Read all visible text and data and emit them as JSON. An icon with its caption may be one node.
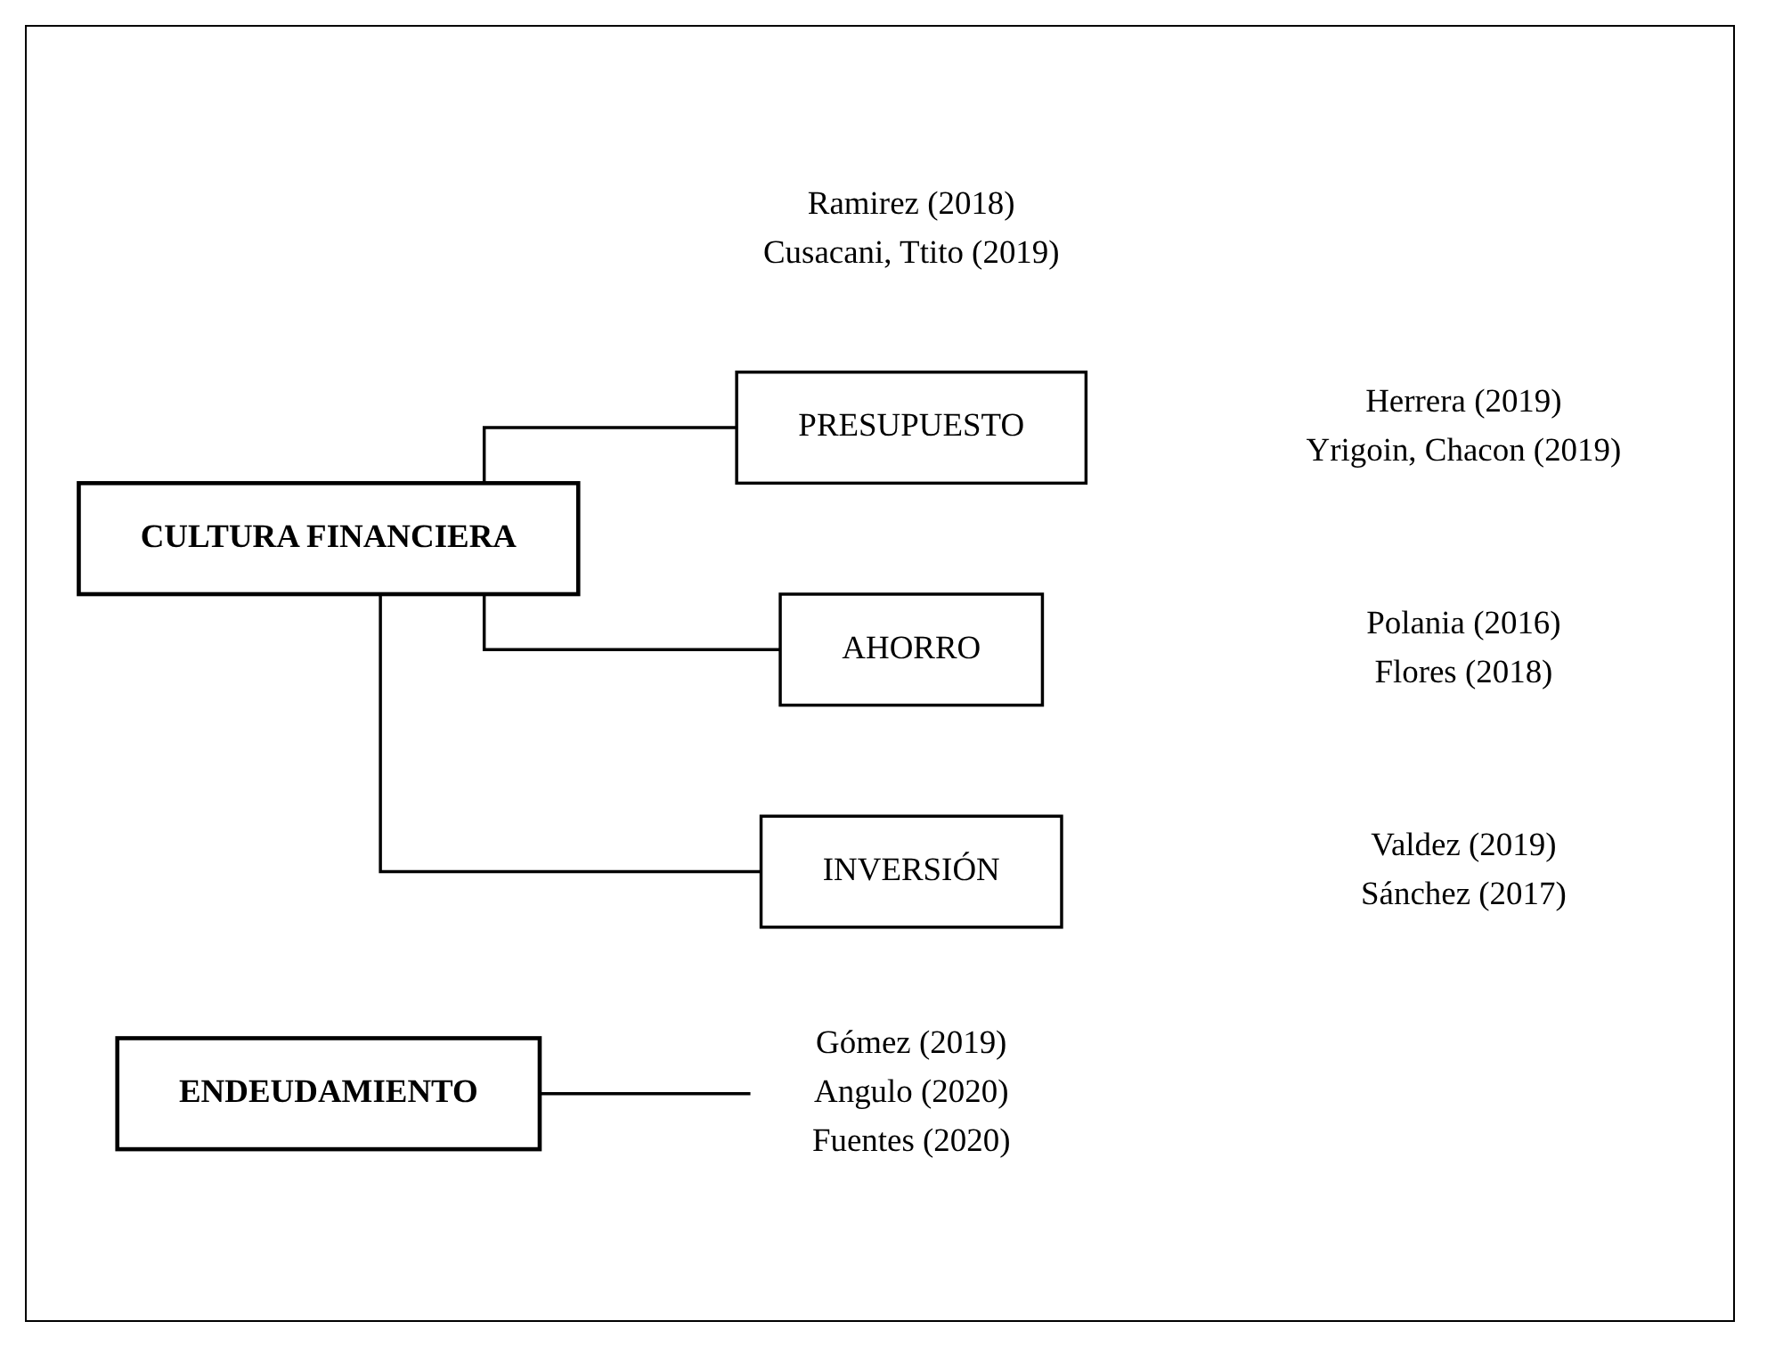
{
  "diagram": {
    "nodes": [
      {
        "text": [
          "CULTURA FINANCIERA"
        ],
        "beside": [
          "Ramirez (2018)",
          "Cusacani, Ttito (2019)"
        ]
      },
      {
        "text": [
          "PRESUPUESTO"
        ],
        "beside": [
          "Herrera (2019)",
          "Yrigoin, Chacon (2019)"
        ]
      },
      {
        "text": [
          "AHORRO"
        ],
        "beside": [
          "Polania (2016)",
          "Flores (2018)"
        ]
      },
      {
        "text": [
          "INVERSIÓN"
        ],
        "beside": [
          "Valdez (2019)",
          "Sánchez (2017)"
        ]
      },
      {
        "text": [
          "ENDEUDAMIENTO"
        ]
      },
      {
        "text": [
          "Gómez (2019)",
          "Angulo (2020)",
          "Fuentes (2020)"
        ]
      }
    ],
    "edges": [
      {
        "from": 0,
        "to": 1,
        "arrow": "none"
      },
      {
        "from": 0,
        "to": 2,
        "arrow": "none"
      },
      {
        "from": 0,
        "to": 3,
        "arrow": "none"
      },
      {
        "from": 4,
        "to": 5,
        "arrow": "none"
      }
    ]
  }
}
